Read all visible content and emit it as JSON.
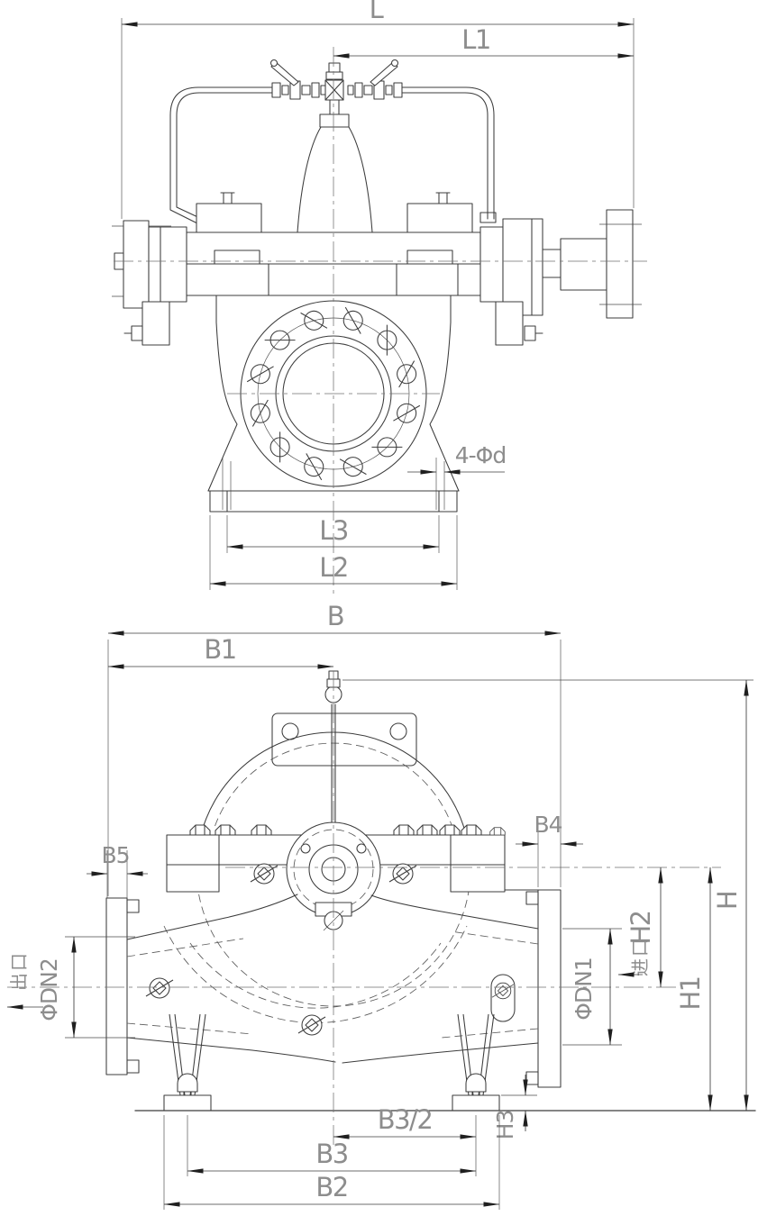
{
  "colors": {
    "background": "#ffffff",
    "solid_lines": "#3c3c3c",
    "hidden_lines": "#5b5b5b",
    "centerlines": "#707070",
    "dimension_text": "#8d8d8d"
  },
  "front_view": {
    "dims": {
      "L": "L",
      "L1": "L1",
      "L2": "L2",
      "L3": "L3",
      "foot_holes": "4-Φd"
    }
  },
  "side_view": {
    "dims": {
      "B": "B",
      "B1": "B1",
      "B2": "B2",
      "B3": "B3",
      "B3_half": "B3/2",
      "B4": "B4",
      "B5": "B5",
      "H": "H",
      "H1": "H1",
      "H2": "H2",
      "H3": "H3",
      "DN1": "ΦDN1",
      "DN2": "ΦDN2"
    },
    "flow_labels": {
      "inlet": "进口",
      "outlet": "出口"
    }
  }
}
